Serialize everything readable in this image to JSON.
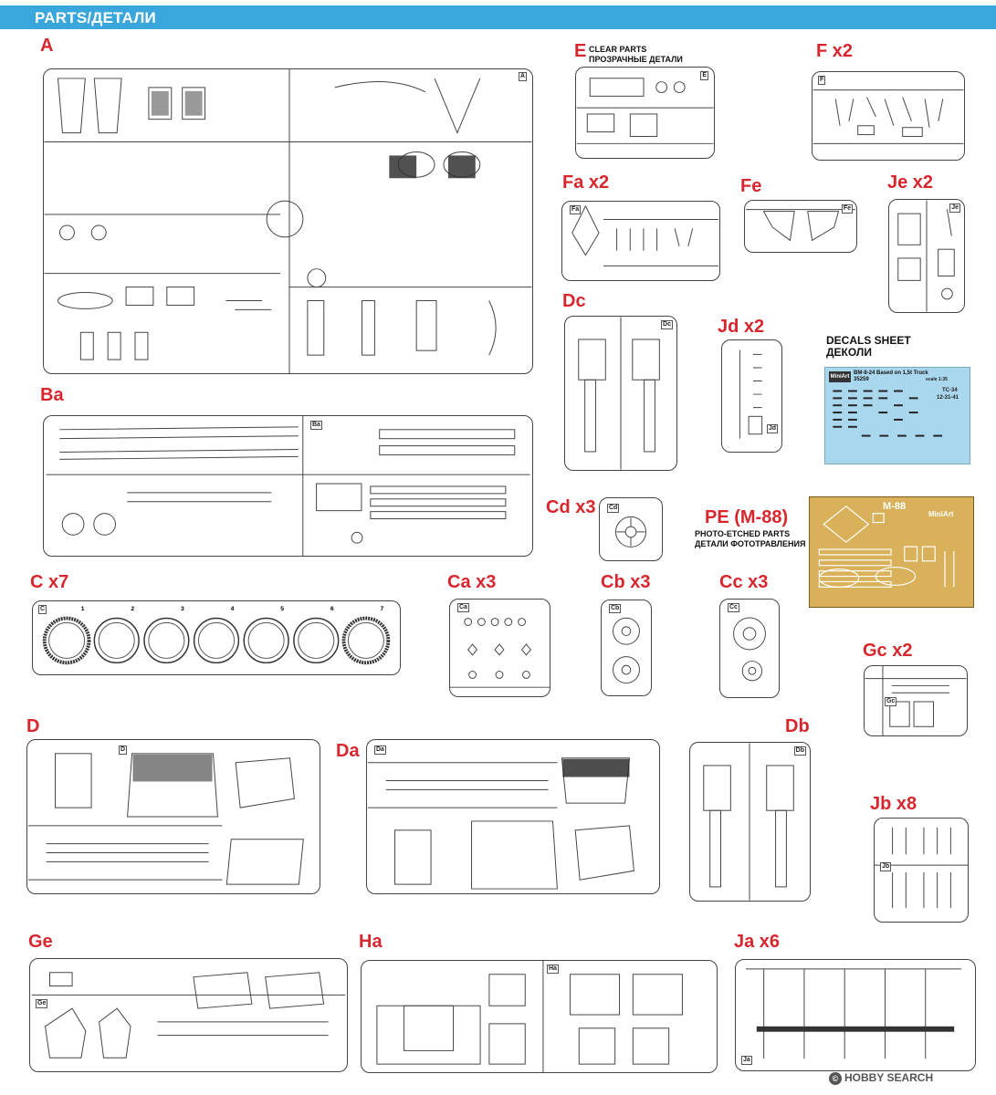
{
  "header": {
    "title": "PARTS/ДЕТАЛИ",
    "color": "#3aa7dc"
  },
  "accent_color": "#d8262e",
  "sprues": {
    "A": "A",
    "E": "E",
    "F": "F x2",
    "Fa": "Fa x2",
    "Fe": "Fe",
    "Je": "Je x2",
    "Dc": "Dc",
    "Jd": "Jd x2",
    "Ba": "Ba",
    "Cd": "Cd x3",
    "PE": "PE (M-88)",
    "C": "C x7",
    "Ca": "Ca x3",
    "Cb": "Cb x3",
    "Cc": "Cc x3",
    "Gc": "Gc x2",
    "D": "D",
    "Da": "Da",
    "Db": "Db",
    "Jb": "Jb x8",
    "Ge": "Ge",
    "Ha": "Ha",
    "Ja": "Ja x6"
  },
  "clear_parts_note": {
    "line1": "CLEAR PARTS",
    "line2": "ПРОЗРАЧНЫЕ ДЕТАЛИ"
  },
  "pe_note": {
    "line1": "PHOTO-ETCHED PARTS",
    "line2": "ДЕТАЛИ ФОТОТРАВЛЕНИЯ"
  },
  "decals": {
    "title1": "DECALS SHEET",
    "title2": "ДЕКОЛИ",
    "logo": "MiniArt",
    "heading": "BM-8-24 Based on 1,5t Truck",
    "code": "35259",
    "scale": "scale 1:35",
    "label_a": "TC-34",
    "label_b": "12-31-41"
  },
  "pe_sheet": {
    "title": "M-88",
    "logo": "MiniArt"
  },
  "watermark": {
    "text": "HOBBY SEARCH",
    "mark": "©"
  },
  "part_tags": {
    "A": "A",
    "Ba": "Ba",
    "C": "C",
    "D": "D",
    "Da": "Da",
    "Db": "Db",
    "Dc": "Dc",
    "E": "E",
    "F": "F",
    "Fa": "Fa",
    "Fe": "Fe",
    "Je": "Je",
    "Jd": "Jd",
    "Cd": "Cd",
    "Ca": "Ca",
    "Cb": "Cb",
    "Cc": "Cc",
    "Gc": "Gc",
    "Jb": "Jb",
    "Ge": "Ge",
    "Ha": "Ha",
    "Ja": "Ja"
  },
  "c_wheel_numbers": [
    "1",
    "2",
    "3",
    "4",
    "5",
    "6",
    "7"
  ]
}
